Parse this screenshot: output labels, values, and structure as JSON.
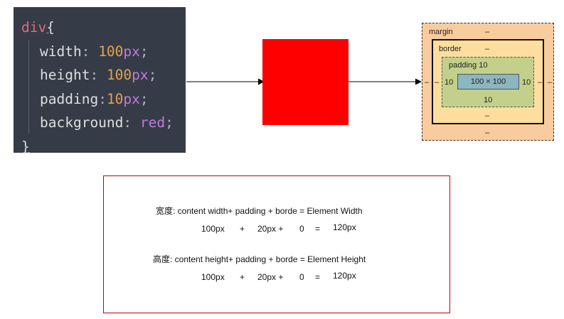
{
  "code": {
    "selector": "div",
    "open_brace": "{",
    "close_brace": "}",
    "lines": [
      {
        "prop": "width",
        "sep": ": ",
        "num": "100",
        "unit": "px",
        "end": ";"
      },
      {
        "prop": "height",
        "sep": ": ",
        "num": "100",
        "unit": "px",
        "end": ";"
      },
      {
        "prop": "padding",
        "sep": ":",
        "num": "10",
        "unit": "px",
        "end": ";"
      },
      {
        "prop": "background",
        "sep": ": ",
        "val": "red",
        "end": ";"
      }
    ]
  },
  "colors": {
    "code_bg": "#353c47",
    "red_box": "#ff0000",
    "margin": "#f9cc9d",
    "border": "#fdde9f",
    "padding": "#c3d08b",
    "content": "#8cb6c0",
    "formula_border": "#c00000"
  },
  "box_model": {
    "margin_label": "margin",
    "margin_top": "–",
    "margin_bottom": "–",
    "margin_left": "–",
    "margin_right": "–",
    "border_label": "border",
    "border_top": "–",
    "border_bottom": "–",
    "border_left": "–",
    "border_right": "–",
    "padding_label": "padding 10",
    "padding_left": "10",
    "padding_right": "10",
    "padding_bottom": "10",
    "content": "100 × 100"
  },
  "formula": {
    "width_line": "宽度: content width+ padding + borde = Element Width",
    "width_values": [
      "100px",
      "+",
      "20px +",
      "0",
      "=",
      "120px"
    ],
    "height_line": "高度: content height+ padding + borde = Element Height",
    "height_values": [
      "100px",
      "+",
      "20px +",
      "0",
      "=",
      "120px"
    ]
  }
}
